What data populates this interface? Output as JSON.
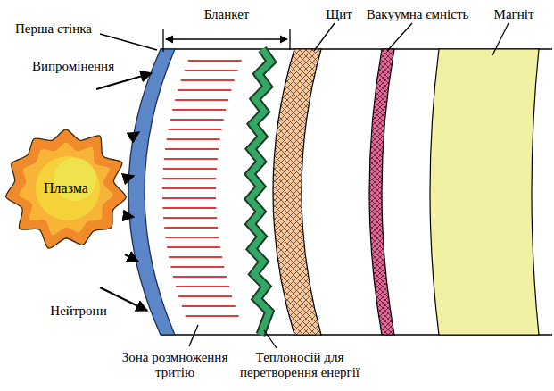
{
  "diagram": {
    "nodes": [
      {
        "text": [
          "Плазма"
        ]
      }
    ],
    "labels": [
      "Перша стінка",
      "Бланкет",
      "Щит",
      "Вакуумна ємність",
      "Магніт",
      "Випромінення",
      "Нейтрони",
      "Зона розмноження тритію",
      "Теплоносій для перетворення енергії"
    ]
  }
}
